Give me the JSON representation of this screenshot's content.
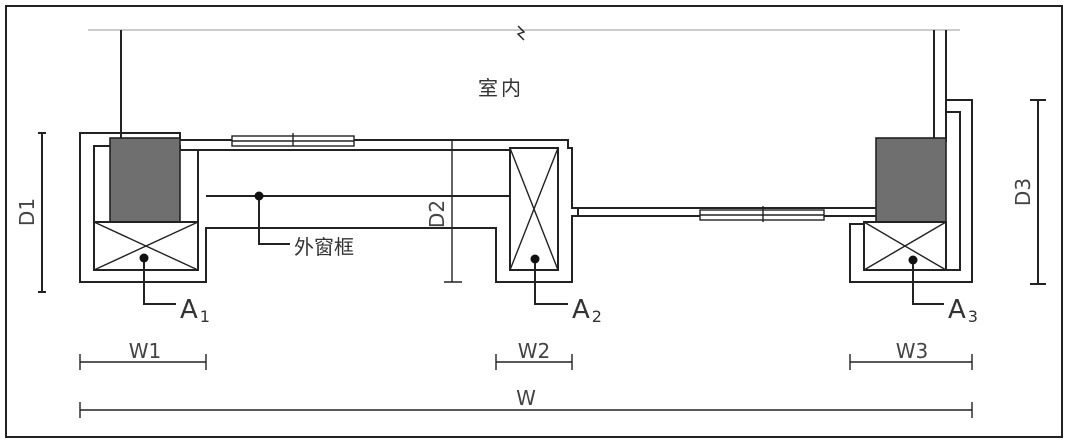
{
  "labels": {
    "indoor": "室内",
    "outer_frame": "外窗框"
  },
  "units": [
    {
      "id": "A1",
      "main": "A",
      "sub": "1"
    },
    {
      "id": "A2",
      "main": "A",
      "sub": "2"
    },
    {
      "id": "A3",
      "main": "A",
      "sub": "3"
    }
  ],
  "dimensions": {
    "d1": "D1",
    "d2": "D2",
    "d3": "D3",
    "w1": "W1",
    "w2": "W2",
    "w3": "W3",
    "w": "W"
  },
  "colors": {
    "ink": "#222222",
    "unit_fill": "#6f6f6f"
  }
}
